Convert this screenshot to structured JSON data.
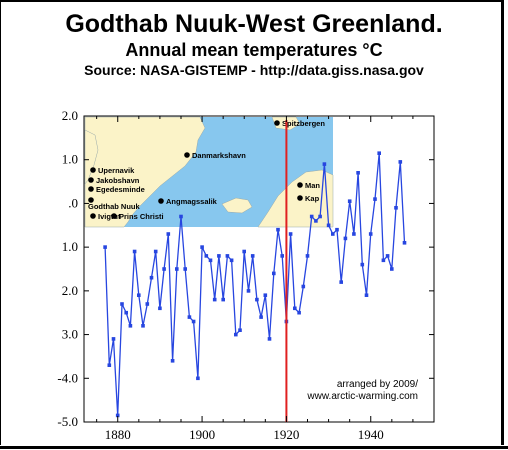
{
  "header": {
    "title": "Godthab Nuuk-West Greenland.",
    "subtitle": "Annual mean temperatures °C",
    "source": "Source: NASA-GISTEMP - http://data.giss.nasa.gov"
  },
  "chart_data": {
    "type": "line",
    "x": [
      1877,
      1878,
      1879,
      1880,
      1881,
      1882,
      1883,
      1884,
      1885,
      1886,
      1887,
      1888,
      1889,
      1890,
      1891,
      1892,
      1893,
      1894,
      1895,
      1896,
      1897,
      1898,
      1899,
      1900,
      1901,
      1902,
      1903,
      1904,
      1905,
      1906,
      1907,
      1908,
      1909,
      1910,
      1911,
      1912,
      1913,
      1914,
      1915,
      1916,
      1917,
      1918,
      1919,
      1920,
      1921,
      1922,
      1923,
      1924,
      1925,
      1926,
      1927,
      1928,
      1929,
      1930,
      1931,
      1932,
      1933,
      1934,
      1935,
      1936,
      1937,
      1938,
      1939,
      1940,
      1941,
      1942,
      1943,
      1944,
      1945,
      1946,
      1947,
      1948
    ],
    "series": [
      {
        "values": [
          -1.0,
          -3.7,
          -3.1,
          -4.85,
          -2.3,
          -2.5,
          -2.8,
          -1.1,
          -2.1,
          -2.8,
          -2.3,
          -1.7,
          -1.1,
          -2.4,
          -1.5,
          -0.7,
          -3.6,
          -1.5,
          -0.3,
          -1.5,
          -2.6,
          -2.7,
          -4.0,
          -1.0,
          -1.2,
          -1.3,
          -2.2,
          -1.2,
          -2.2,
          -1.2,
          -1.3,
          -3.0,
          -2.9,
          -1.1,
          -2.0,
          -1.2,
          -2.2,
          -2.6,
          -2.1,
          -3.1,
          -1.6,
          -0.6,
          -1.2,
          -2.7,
          -0.7,
          -2.4,
          -2.5,
          -1.9,
          -1.2,
          -0.3,
          -0.4,
          -0.3,
          0.9,
          -0.5,
          -0.7,
          -0.6,
          -1.8,
          -0.8,
          0.05,
          -0.7,
          0.7,
          -1.4,
          -2.1,
          -0.7,
          0.1,
          1.15,
          -1.3,
          -1.2,
          -1.5,
          -0.1,
          0.95,
          -0.9
        ]
      }
    ],
    "xticks": [
      "1880",
      "1900",
      "1920",
      "1940"
    ],
    "yticks": [
      "2.0",
      "1.0",
      ".0",
      "1.0",
      "2.0",
      "3.0",
      "-4.0",
      "-5.0"
    ],
    "xlim": [
      1872,
      1955
    ],
    "ylim": [
      -5.0,
      2.0
    ],
    "marker_year": 1920,
    "line_color": "#2746e0",
    "marker_color": "#e02020",
    "annotation": [
      "arranged by 2009/",
      "www.arctic-warming.com"
    ],
    "inset_map": {
      "labels": [
        "Spitzbergen",
        "Danmarkshavn",
        "Upernavik",
        "Jakobshavn",
        "Egedesminde",
        "Angmagssalik",
        "Godthab Nuuk",
        "Ivigtut",
        "Prins Christi",
        "Man",
        "Kap"
      ],
      "sea_color": "#87c7ee",
      "land_color": "#fbf3c8"
    }
  }
}
